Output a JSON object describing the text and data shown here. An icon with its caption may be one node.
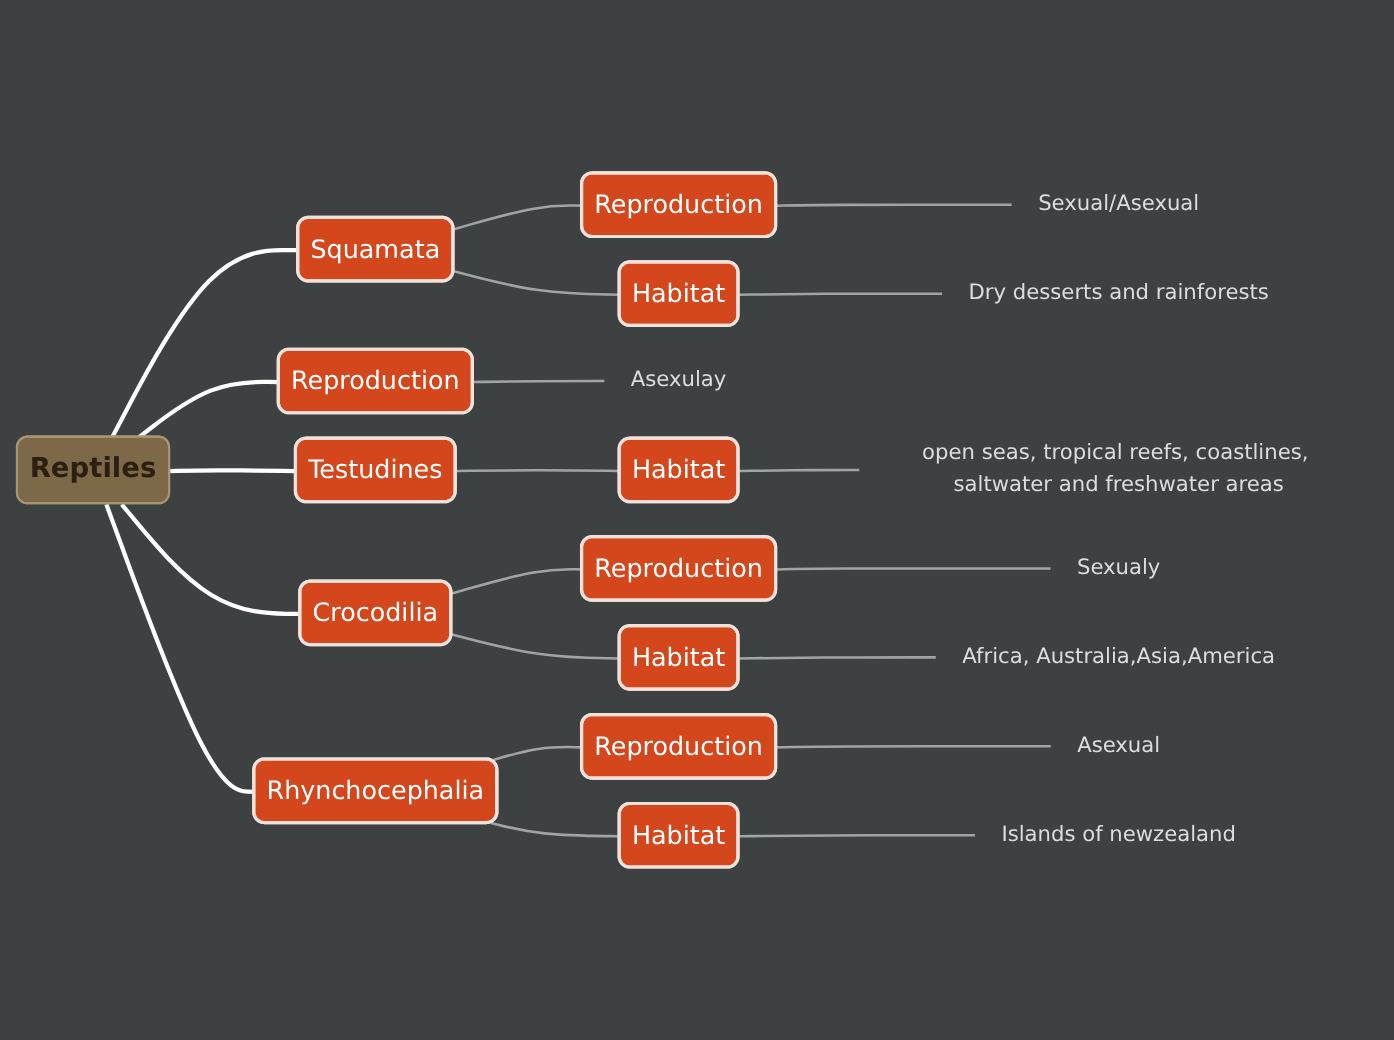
{
  "diagram": {
    "nodes": [
      {
        "text": [
          "Reptiles"
        ]
      },
      {
        "text": [
          "Squamata"
        ]
      },
      {
        "text": [
          "Reproduction"
        ]
      },
      {
        "text": [
          "Sexual/Asexual"
        ]
      },
      {
        "text": [
          "Habitat"
        ]
      },
      {
        "text": [
          "Dry desserts and rainforests"
        ]
      },
      {
        "text": [
          "Reproduction"
        ]
      },
      {
        "text": [
          "Asexulay"
        ]
      },
      {
        "text": [
          "Testudines"
        ]
      },
      {
        "text": [
          "Habitat"
        ]
      },
      {
        "text": [
          "open seas, tropical reefs, coastlines, saltwater and freshwater areas"
        ]
      },
      {
        "text": [
          "Crocodilia"
        ]
      },
      {
        "text": [
          "Reproduction"
        ]
      },
      {
        "text": [
          "Sexualy"
        ]
      },
      {
        "text": [
          "Habitat"
        ]
      },
      {
        "text": [
          "Africa, Australia,Asia,America"
        ]
      },
      {
        "text": [
          "Rhynchocephalia"
        ]
      },
      {
        "text": [
          "Reproduction"
        ]
      },
      {
        "text": [
          "Asexual"
        ]
      },
      {
        "text": [
          "Habitat"
        ]
      },
      {
        "text": [
          "Islands of newzealand"
        ]
      }
    ],
    "edges": [
      {
        "from": 0,
        "to": 1,
        "arrow": "none",
        "color": "#ffffff"
      },
      {
        "from": 1,
        "to": 2,
        "arrow": "none"
      },
      {
        "from": 2,
        "to": 3,
        "arrow": "none"
      },
      {
        "from": 1,
        "to": 4,
        "arrow": "none"
      },
      {
        "from": 4,
        "to": 5,
        "arrow": "none"
      },
      {
        "from": 0,
        "to": 6,
        "arrow": "none",
        "color": "#ffffff"
      },
      {
        "from": 6,
        "to": 7,
        "arrow": "none"
      },
      {
        "from": 0,
        "to": 8,
        "arrow": "none",
        "color": "#ffffff"
      },
      {
        "from": 8,
        "to": 9,
        "arrow": "none"
      },
      {
        "from": 9,
        "to": 10,
        "arrow": "none"
      },
      {
        "from": 0,
        "to": 11,
        "arrow": "none",
        "color": "#ffffff"
      },
      {
        "from": 11,
        "to": 12,
        "arrow": "none"
      },
      {
        "from": 12,
        "to": 13,
        "arrow": "none"
      },
      {
        "from": 11,
        "to": 14,
        "arrow": "none"
      },
      {
        "from": 14,
        "to": 15,
        "arrow": "none"
      },
      {
        "from": 0,
        "to": 16,
        "arrow": "none",
        "color": "#ffffff"
      },
      {
        "from": 16,
        "to": 17,
        "arrow": "none"
      },
      {
        "from": 17,
        "to": 18,
        "arrow": "none"
      },
      {
        "from": 16,
        "to": 19,
        "arrow": "none"
      },
      {
        "from": 19,
        "to": 20,
        "arrow": "none"
      }
    ]
  }
}
